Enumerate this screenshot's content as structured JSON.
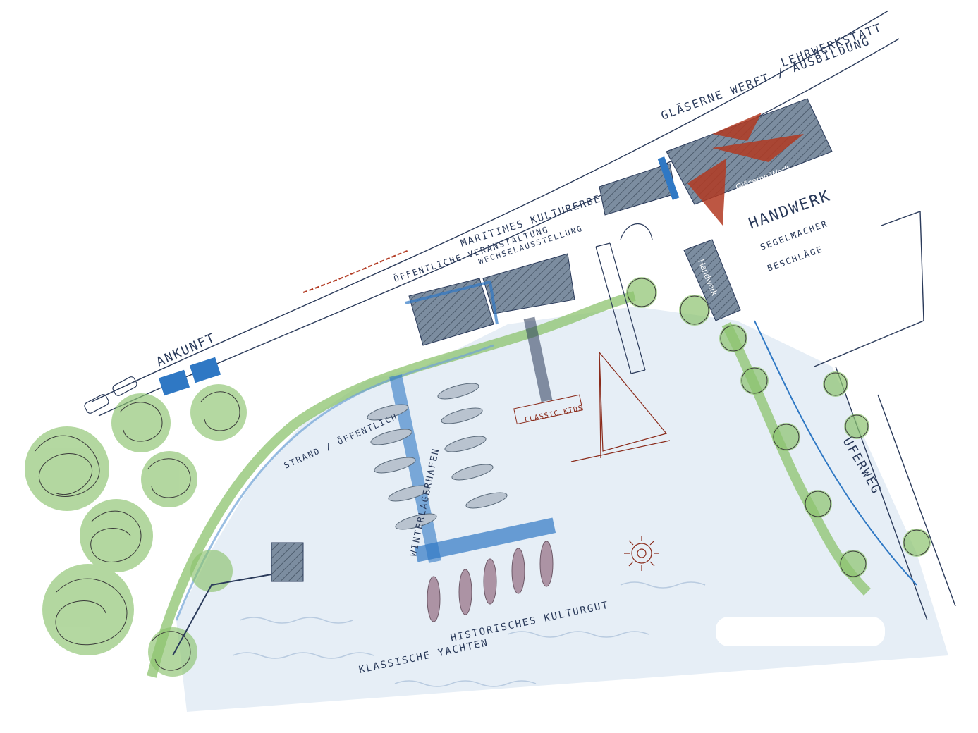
{
  "labels": {
    "glaeserne_werft_ausbildung": "GLÄSERNE WERFT / AUSBILDUNG",
    "lehrwerkstatt": "LEHRWERKSTATT",
    "glaeserne_werft_building": "Gläserne Werft",
    "handwerk_title": "HANDWERK",
    "handwerk_sub1": "SEGELMACHER",
    "handwerk_sub2": "BESCHLÄGE",
    "handwerk_building": "Handwerk",
    "oeffentliche_veranstaltung": "ÖFFENTLICHE VERANSTALTUNG",
    "maritimes_kulturerbe": "MARITIMES KULTURERBE",
    "wechselausstellung": "WECHSELAUSSTELLUNG",
    "ankunft": "ANKUNFT",
    "strand_oeffentlich": "STRAND / ÖFFENTLICH",
    "winterlager_hafen": "WINTERLAGERHAFEN",
    "classic_kids": "CLASSIC KIDS",
    "klassische_yachten": "KLASSISCHE YACHTEN",
    "historisches_kulturgut": "HISTORISCHES KULTURGUT",
    "uferweg": "UFERWEG"
  },
  "colors": {
    "water": "#e6eef6",
    "green": "#8cc36e",
    "building": "#7c8da0",
    "blue_accent": "#2f78c4",
    "red_accent": "#b23a22",
    "ink": "#2a3a5a"
  }
}
